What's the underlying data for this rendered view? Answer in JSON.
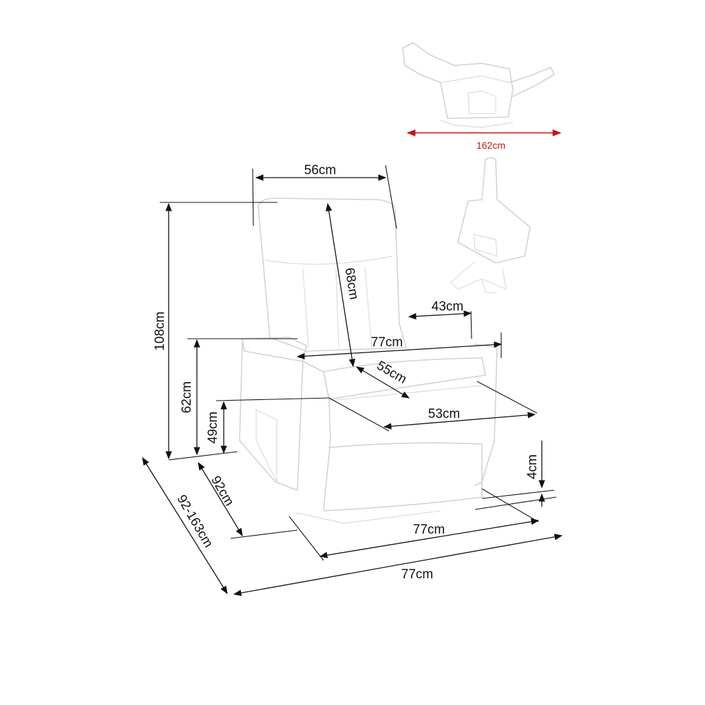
{
  "dimensions": {
    "backrest_width": "56cm",
    "backrest_height": "68cm",
    "total_height": "108cm",
    "armrest_height": "62cm",
    "seat_height": "49cm",
    "depth": "92cm",
    "depth_reclined": "92-163cm",
    "armrest_width": "43cm",
    "inner_width": "77cm",
    "seat_depth": "55cm",
    "seat_width": "53cm",
    "base_clearance": "4cm",
    "base_width": "77cm",
    "total_width": "77cm",
    "reclined_length": "162cm"
  },
  "colors": {
    "dimension_line": "#111111",
    "sketch_line": "#d2d2d2",
    "reclined_arrow": "#cc1111"
  }
}
